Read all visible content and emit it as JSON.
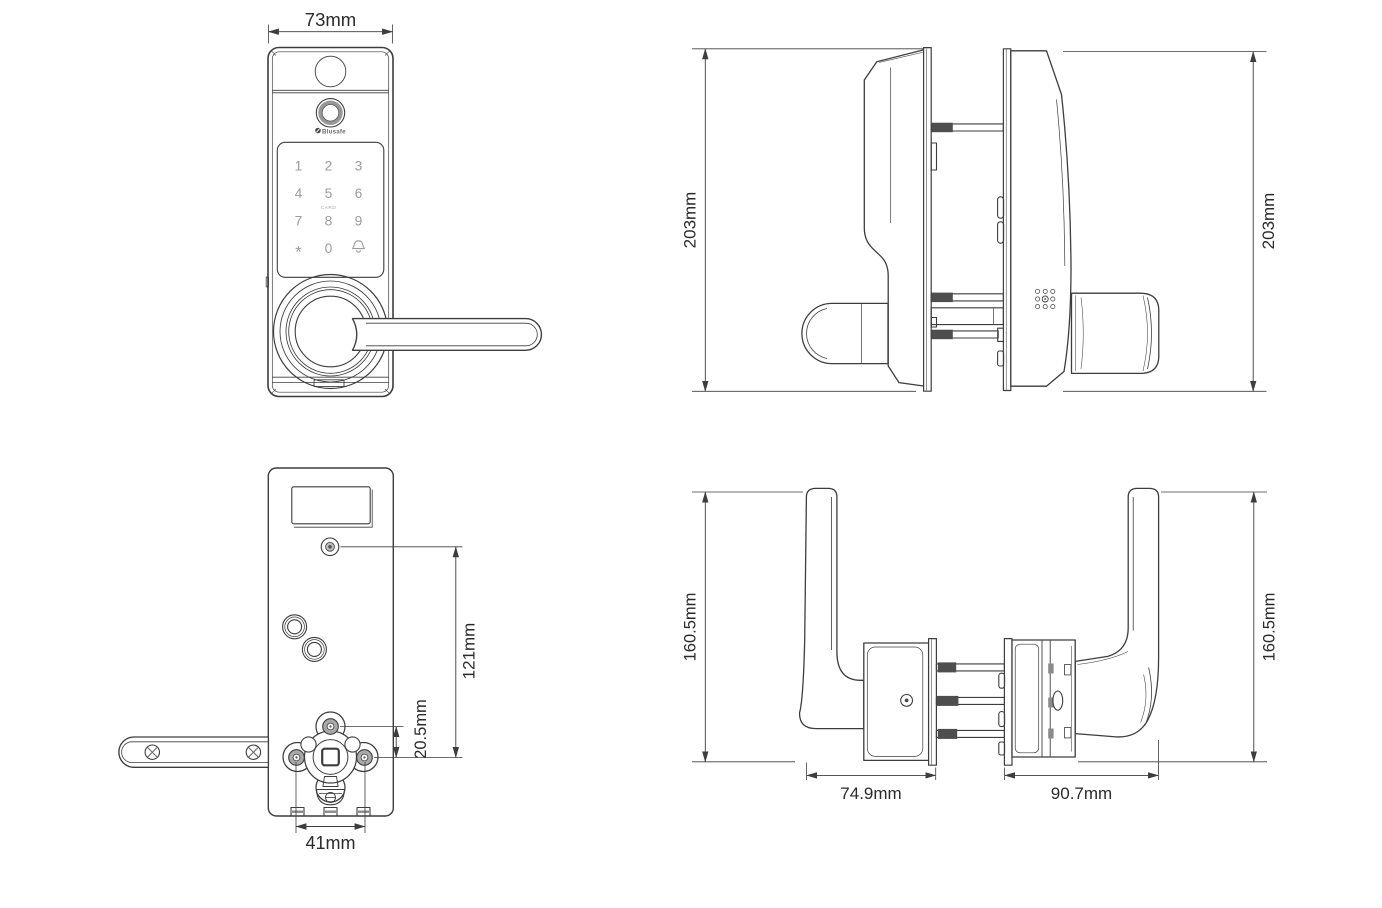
{
  "colors": {
    "line": "#3d3d3d",
    "key_text": "#9c9c9c",
    "rod_fill": "#4e4e4e",
    "fingerprint_ring": "#979797",
    "background": "#ffffff"
  },
  "logo": {
    "text": "Blusafe",
    "icon": "blusafe-logo-icon"
  },
  "keypad": {
    "keys": [
      "1",
      "2",
      "3",
      "4",
      "5",
      "6",
      "7",
      "8",
      "9",
      "*",
      "0"
    ],
    "card_label": "CARD",
    "bell_icon": "doorbell-icon"
  },
  "dimensions": {
    "front_width": "73mm",
    "side_height_left": "203mm",
    "side_height_right": "203mm",
    "back_vertical": "121mm",
    "back_offset": "20.5mm",
    "back_width": "41mm",
    "top_height_left": "160.5mm",
    "top_height_right": "160.5mm",
    "top_interior_depth": "74.9mm",
    "top_exterior_depth": "90.7mm"
  }
}
